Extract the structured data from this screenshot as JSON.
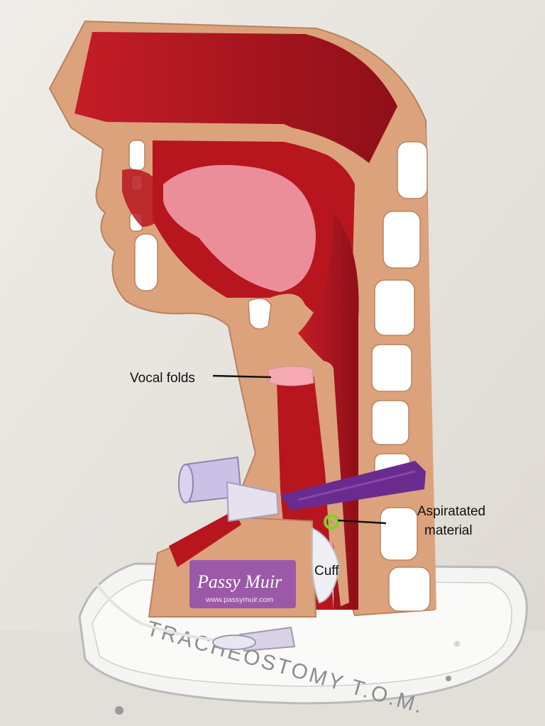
{
  "labels": {
    "vocal_folds": "Vocal folds",
    "aspirated_line1": "Aspiratated",
    "aspirated_line2": "material",
    "cuff": "Cuff"
  },
  "brand": {
    "logo": "Passy Muir",
    "url": "www.passymuir.com"
  },
  "base": {
    "product_name": "TRACHEOSTOMY T.O.M.",
    "registered_mark": "®"
  },
  "colors": {
    "wall": "#e9e6e0",
    "skin": "#dca27c",
    "tissue_red": "#b7161f",
    "tongue_pink": "#ec8e9a",
    "strap_purple": "#6a2b8f",
    "logo_panel": "#9b59a8",
    "marker_green": "#7ed321"
  }
}
